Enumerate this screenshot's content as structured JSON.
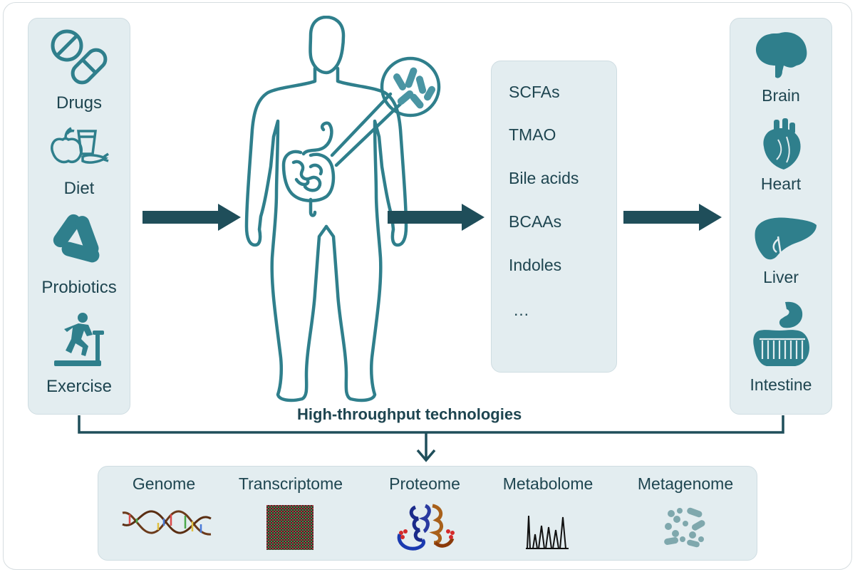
{
  "inputs": {
    "items": [
      {
        "label": "Drugs",
        "icon": "pill-capsule-icon"
      },
      {
        "label": "Diet",
        "icon": "food-icon"
      },
      {
        "label": "Probiotics",
        "icon": "bacteria-icon"
      },
      {
        "label": "Exercise",
        "icon": "treadmill-icon"
      }
    ]
  },
  "metabolites": {
    "items": [
      "SCFAs",
      "TMAO",
      "Bile acids",
      "BCAAs",
      "Indoles",
      "…"
    ]
  },
  "organs": {
    "items": [
      {
        "label": "Brain",
        "icon": "brain-icon"
      },
      {
        "label": "Heart",
        "icon": "heart-icon"
      },
      {
        "label": "Liver",
        "icon": "liver-icon"
      },
      {
        "label": "Intestine",
        "icon": "intestine-icon"
      }
    ]
  },
  "technologies": {
    "title": "High-throughput technologies",
    "items": [
      {
        "label": "Genome",
        "icon": "dna-helix-icon"
      },
      {
        "label": "Transcriptome",
        "icon": "microarray-icon"
      },
      {
        "label": "Proteome",
        "icon": "protein-structure-icon"
      },
      {
        "label": "Metabolome",
        "icon": "spectrum-peaks-icon"
      },
      {
        "label": "Metagenome",
        "icon": "microbes-icon"
      }
    ]
  },
  "colors": {
    "primary": "#2f7f8c",
    "arrow": "#1f4e5a",
    "panel": "#e3edf0",
    "text": "#1e4550"
  }
}
